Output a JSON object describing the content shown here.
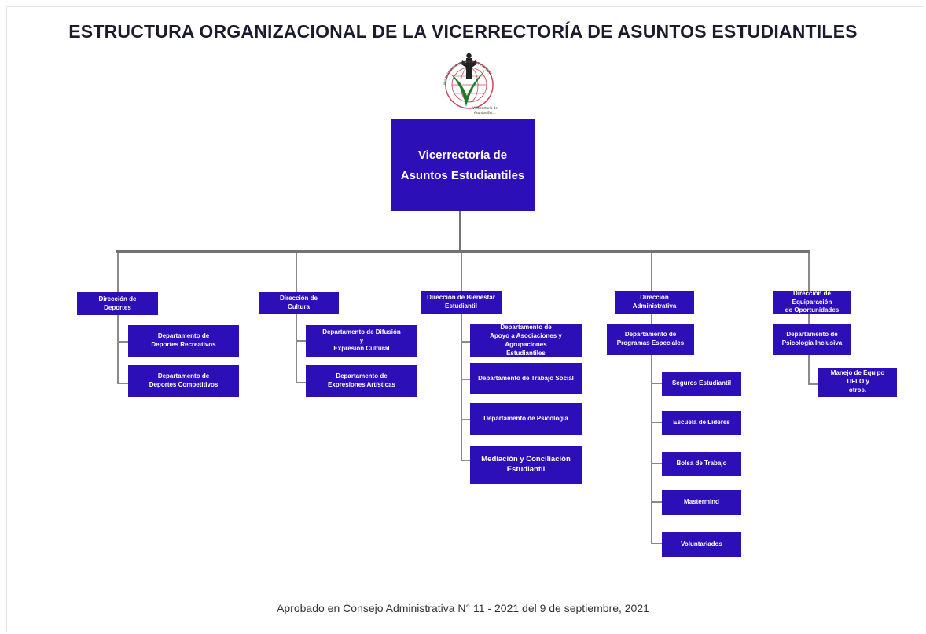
{
  "title": "ESTRUCTURA ORGANIZACIONAL DE LA VICERRECTORÍA DE ASUNTOS ESTUDIANTILES",
  "logo": {
    "ring_text": "UNIVERSIDAD AUTÓNOMA DE CHIRIQUÍ",
    "caption_line1": "Vicerrectoría de",
    "caption_line2": "Asuntos Est..."
  },
  "root": "Vicerrectoría de Asuntos Estudiantiles",
  "directions": {
    "deportes": "Dirección de\nDeportes",
    "cultura": "Dirección de\nCultura",
    "bienestar": "Dirección de Bienestar\nEstudiantil",
    "administrativa": "Dirección\nAdministrativa",
    "equiparacion": "Dirección de Equiparación\nde Oportunidades"
  },
  "departments": {
    "deportes_recreativos": "Departamento de\nDeportes Recreativos",
    "deportes_competitivos": "Departamento de\nDeportes Competitivos",
    "difusion": "Departamento de Difusión\ny\nExpresión Cultural",
    "expresiones": "Departamento de\nExpresiones Artísticas",
    "apoyo": "Departamento de\nApoyo a Asociaciones y Agrupaciones\nEstudiantiles",
    "trabajo_social": "Departamento de Trabajo Social",
    "psicologia": "Departamento de  Psicología",
    "mediacion": "Mediación y Conciliación\nEstudiantil",
    "programas": "Departamento de\nProgramas Especiales",
    "psico_inclusiva": "Departamento de\nPsicología Inclusiva"
  },
  "units": {
    "seguros": "Seguros Estudiantil",
    "lideres": "Escuela de Líderes",
    "bolsa": "Bolsa de Trabajo",
    "mastermind": "Mastermind",
    "voluntariados": "Voluntariados",
    "tiflo": "Manejo de Equipo TIFLO y\notros."
  },
  "footer": "Aprobado en Consejo Administrativa N° 11 - 2021 del 9 de septiembre, 2021",
  "colors": {
    "box": "#2d0fb8",
    "box_text": "#ffffff",
    "connector": "#8a8a8a",
    "title": "#1b1b2e"
  }
}
